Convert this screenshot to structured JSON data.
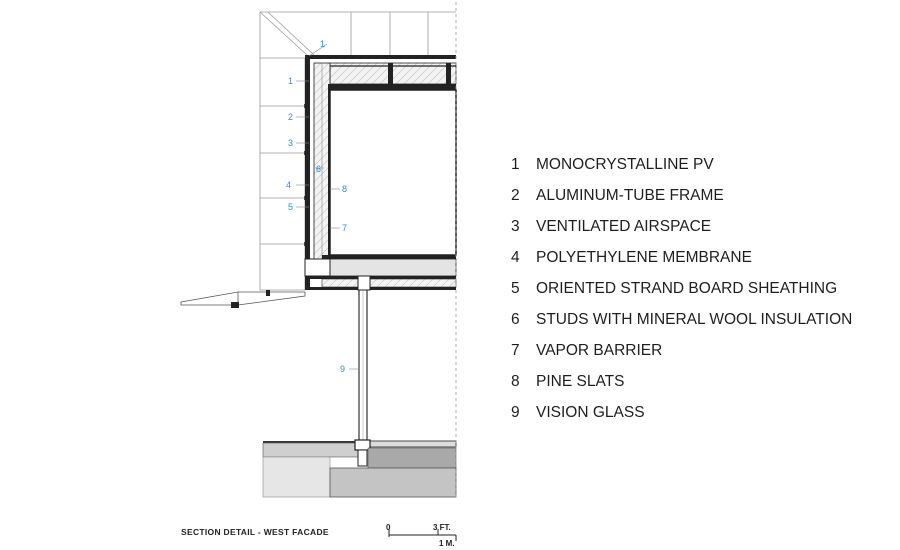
{
  "drawing": {
    "callouts": [
      {
        "num": "1"
      },
      {
        "num": "1"
      },
      {
        "num": "2"
      },
      {
        "num": "3"
      },
      {
        "num": "4"
      },
      {
        "num": "5"
      },
      {
        "num": "6"
      },
      {
        "num": "8"
      },
      {
        "num": "7"
      },
      {
        "num": "9"
      }
    ],
    "caption": "SECTION DETAIL - WEST FACADE",
    "scale": {
      "zero": "0",
      "imperial": "3 FT.",
      "metric": "1 M."
    },
    "colors": {
      "callout": "#2a8fd6",
      "line": "#222222",
      "fill_light": "#e6e6e6",
      "fill_dark": "#bdbdbd"
    }
  },
  "legend": [
    {
      "num": "1",
      "label": "MONOCRYSTALLINE PV"
    },
    {
      "num": "2",
      "label": "ALUMINUM-TUBE FRAME"
    },
    {
      "num": "3",
      "label": "VENTILATED AIRSPACE"
    },
    {
      "num": "4",
      "label": "POLYETHYLENE MEMBRANE"
    },
    {
      "num": "5",
      "label": "ORIENTED STRAND BOARD SHEATHING"
    },
    {
      "num": "6",
      "label": "STUDS WITH MINERAL WOOL INSULATION"
    },
    {
      "num": "7",
      "label": "VAPOR BARRIER"
    },
    {
      "num": "8",
      "label": "PINE SLATS"
    },
    {
      "num": "9",
      "label": "VISION GLASS"
    }
  ]
}
